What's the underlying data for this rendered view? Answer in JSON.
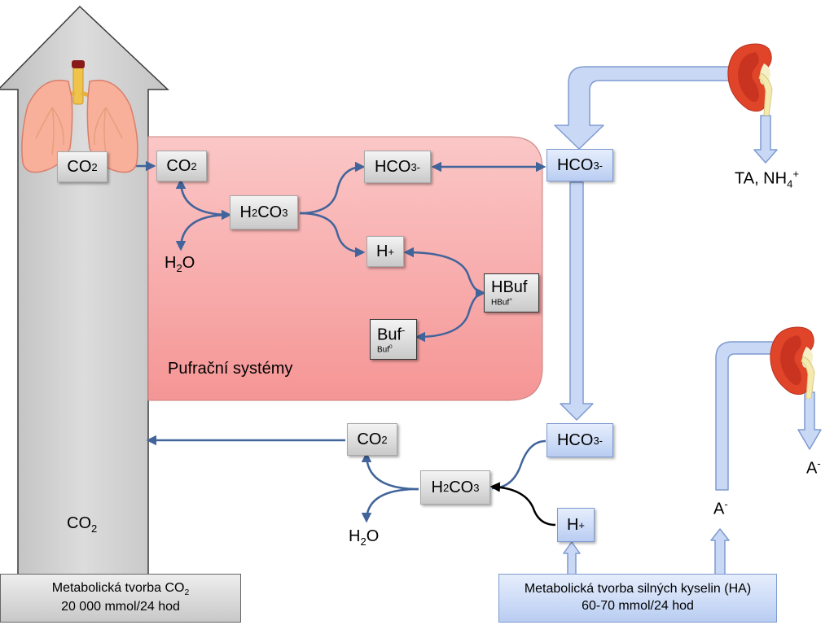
{
  "formula": {
    "co2": {
      "base": "CO",
      "sub": "2"
    },
    "h2co3": {
      "p1": "H",
      "s1": "2",
      "p2": "CO",
      "s2": "3"
    },
    "h2o": {
      "p1": "H",
      "s1": "2",
      "p2": "O"
    },
    "hco3": {
      "base": "HCO",
      "sub": "3",
      "sup": "-"
    },
    "hplus": {
      "base": "H",
      "sup": "+"
    }
  },
  "buffer": {
    "hbuf_main": "HBuf",
    "hbuf_sub": "HBuf",
    "hbuf_sub_sup": "+",
    "buf_main": "Buf",
    "buf_main_sup": "-",
    "buf_sub": "Buf",
    "buf_sub_sup": "0",
    "system_label": "Pufrační systémy"
  },
  "kidney": {
    "excretion_top": "TA, NH",
    "excretion_top_sub": "4",
    "excretion_top_sup": "+",
    "anion": "A",
    "anion_sup": "-"
  },
  "bottom": {
    "left_line1": "Metabolická tvorba CO",
    "left_line1_sub": "2",
    "left_line2": "20 000 mmol/24 hod",
    "right_line1": "Metabolická tvorba silných kyselin (HA)",
    "right_line2": "60-70  mmol/24 hod"
  },
  "icons": {
    "lungs": "lungs-icon",
    "kidney_top": "kidney-icon",
    "kidney_bottom": "kidney-icon"
  },
  "colors": {
    "gray_arrow": "#d0d0d0",
    "buffer_panel": "#f7a3a3",
    "blue_arrow": "#c9d8f5",
    "connector": "#41649b",
    "black_connector": "#000000"
  }
}
